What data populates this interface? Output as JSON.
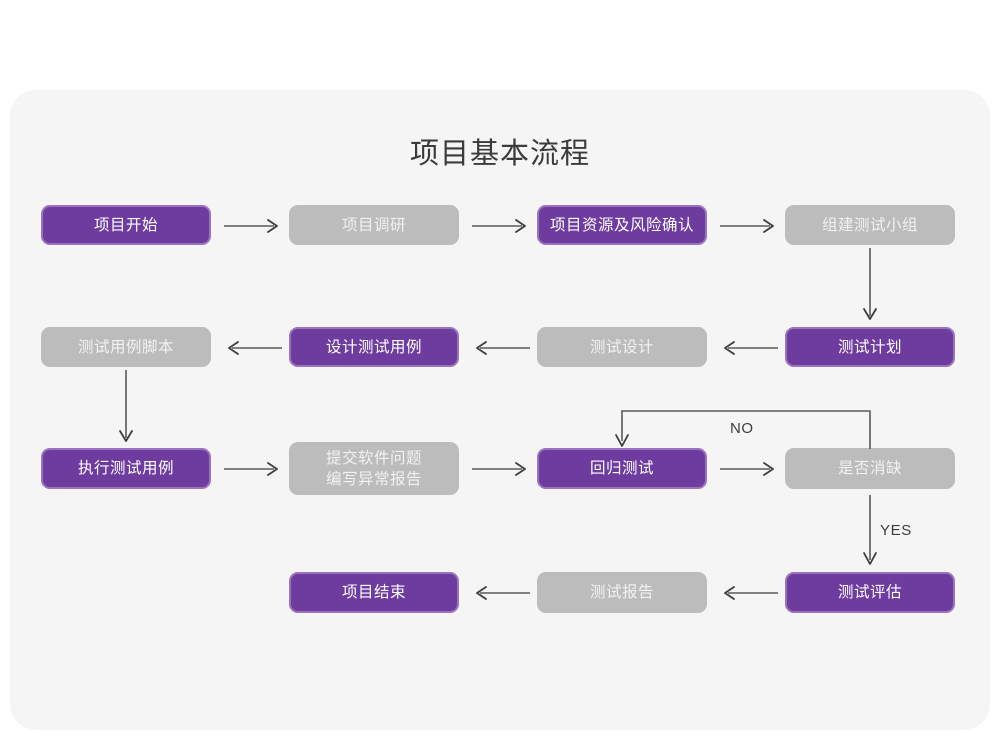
{
  "title": "项目基本流程",
  "theme": {
    "page_background": "#ffffff",
    "card_background": "#f5f5f5",
    "accent_purple": "#6e3c9e",
    "accent_purple_border": "#9a72bd",
    "muted_gray": "#bcbcbc",
    "gray_text": "#f2f2f2",
    "connector": "#595959",
    "title_color": "#3b3b3b"
  },
  "nodes": [
    {
      "id": "n1",
      "label": "项目开始",
      "style": "purple"
    },
    {
      "id": "n2",
      "label": "项目调研",
      "style": "gray"
    },
    {
      "id": "n3",
      "label": "项目资源及风险确认",
      "style": "purple"
    },
    {
      "id": "n4",
      "label": "组建测试小组",
      "style": "gray"
    },
    {
      "id": "n5",
      "label": "测试用例脚本",
      "style": "gray"
    },
    {
      "id": "n6",
      "label": "设计测试用例",
      "style": "purple"
    },
    {
      "id": "n7",
      "label": "测试设计",
      "style": "gray"
    },
    {
      "id": "n8",
      "label": "测试计划",
      "style": "purple"
    },
    {
      "id": "n9",
      "label": "执行测试用例",
      "style": "purple"
    },
    {
      "id": "n10",
      "label": "提交软件问题\n编写异常报告",
      "style": "gray"
    },
    {
      "id": "n11",
      "label": "回归测试",
      "style": "purple"
    },
    {
      "id": "n12",
      "label": "是否消缺",
      "style": "gray"
    },
    {
      "id": "n13",
      "label": "项目结束",
      "style": "purple"
    },
    {
      "id": "n14",
      "label": "测试报告",
      "style": "gray"
    },
    {
      "id": "n15",
      "label": "测试评估",
      "style": "purple"
    }
  ],
  "edge_labels": {
    "no": "NO",
    "yes": "YES"
  }
}
